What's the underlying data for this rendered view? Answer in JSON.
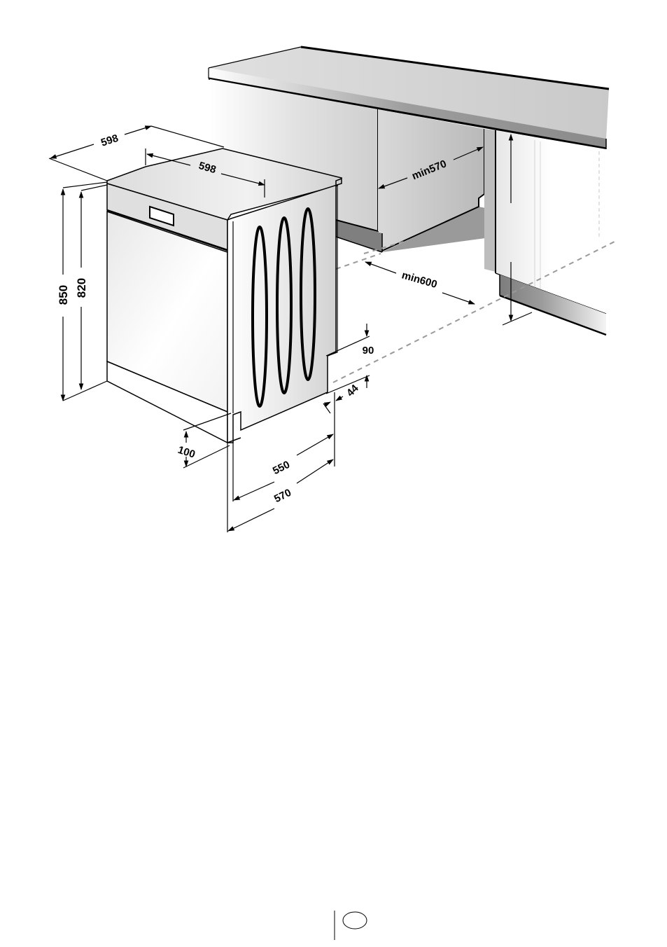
{
  "dimensions": {
    "width_outer": "598",
    "width_top": "598",
    "height_overall": "850",
    "height_body": "820",
    "niche_width": "min570",
    "niche_depth": "min600",
    "plinth_height": "90",
    "plinth_setback": "44",
    "front_offset": "100",
    "depth_body": "550",
    "depth_overall": "570"
  },
  "colors": {
    "line": "#000000",
    "dashed": "#9a9a9a",
    "shade": "#bdbdbd"
  },
  "page_footer": {
    "badge_text": ""
  }
}
